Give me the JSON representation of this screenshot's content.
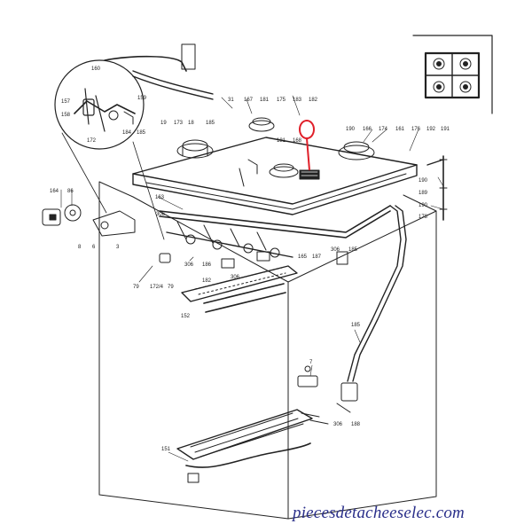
{
  "watermark": "piecesdetacheeselec.com",
  "highlight_color": "#e0202a",
  "watermark_color": "#2a2f8a",
  "line_color": "#222222",
  "part_labels": {
    "l160": "160",
    "l157": "157",
    "l158": "158",
    "l159": "159",
    "l172a": "172",
    "l184a": "184",
    "l185a": "185",
    "l19": "19",
    "l173": "173",
    "l18": "18",
    "l185b": "185",
    "l31": "31",
    "l167": "167",
    "l181a": "181",
    "l175": "175",
    "l183": "183",
    "l182": "182",
    "l190a": "190",
    "l166": "166",
    "l174": "174",
    "l161": "161",
    "l176": "176",
    "l192": "192",
    "l191": "191",
    "l190b": "190",
    "l189": "189",
    "l190c": "190",
    "l178": "178",
    "l181b": "181",
    "l168": "168",
    "l164": "164",
    "l86": "86",
    "l306a": "306",
    "l163": "163",
    "l6": "6",
    "l8": "8",
    "l3": "3",
    "l306b": "306",
    "l185c": "185",
    "l306c": "306",
    "l186": "186",
    "l306d": "306",
    "l165": "165",
    "l187": "187",
    "l182b": "182",
    "l79a": "79",
    "l172b": "172/4",
    "l79b": "79",
    "l152": "152",
    "l185d": "185",
    "l7": "7",
    "l306e": "306",
    "l188": "188",
    "l151": "151"
  }
}
